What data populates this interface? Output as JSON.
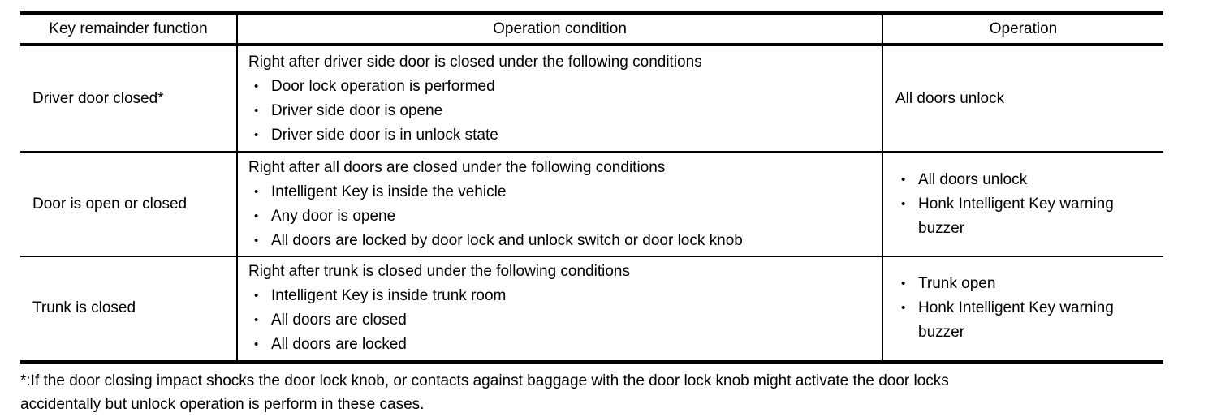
{
  "table": {
    "bullet_char": "•",
    "headers": {
      "function": "Key remainder function",
      "condition": "Operation condition",
      "operation": "Operation"
    },
    "rows": [
      {
        "function": "Driver door closed*",
        "condition_intro": "Right after driver side door is closed under the following conditions",
        "condition_bullets": [
          "Door lock operation is performed",
          "Driver side door is opene",
          "Driver side door is in unlock state"
        ],
        "operation_text": "All doors unlock"
      },
      {
        "function": "Door is open or closed",
        "condition_intro": "Right after all doors are closed under the following conditions",
        "condition_bullets": [
          "Intelligent Key is inside the vehicle",
          "Any door is opene",
          "All doors are locked by door lock and unlock switch or door lock knob"
        ],
        "operation_bullets": [
          "All doors unlock",
          "Honk Intelligent Key warning buzzer"
        ]
      },
      {
        "function": "Trunk is closed",
        "condition_intro": "Right after trunk is closed under the following conditions",
        "condition_bullets": [
          "Intelligent Key is inside trunk room",
          "All doors are closed",
          "All doors are locked"
        ],
        "operation_bullets": [
          "Trunk open",
          "Honk Intelligent Key warning buzzer"
        ]
      }
    ]
  },
  "footnote": {
    "lines": [
      "*:If the door closing impact shocks the door lock knob, or contacts against baggage with the door lock knob might activate the door locks",
      "accidentally but unlock operation is perform in these cases."
    ]
  }
}
